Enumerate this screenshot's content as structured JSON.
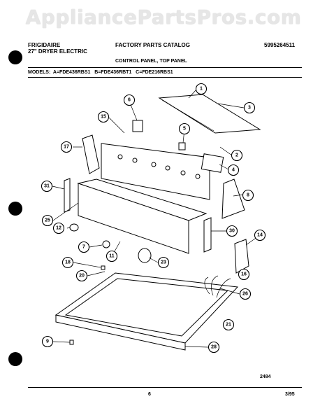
{
  "watermark": "AppliancePartsPros.com",
  "header": {
    "brand_line1": "FRIGIDAIRE",
    "brand_line2": "27\" DRYER ELECTRIC",
    "catalog": "FACTORY PARTS CATALOG",
    "catalog_number": "5995264511",
    "section": "CONTROL PANEL, TOP PANEL",
    "models": "MODELS:  A=FDE436RBS1   B=FDE436RBT1   C=FDE216RBS1"
  },
  "callouts": [
    "1",
    "2",
    "3",
    "4",
    "5",
    "6",
    "7",
    "8",
    "9",
    "11",
    "12",
    "14",
    "15",
    "16",
    "17",
    "18",
    "20",
    "21",
    "23",
    "25",
    "26",
    "28",
    "30",
    "31"
  ],
  "footer": {
    "figure_number": "2484",
    "page_number": "6",
    "date": "3/95"
  }
}
